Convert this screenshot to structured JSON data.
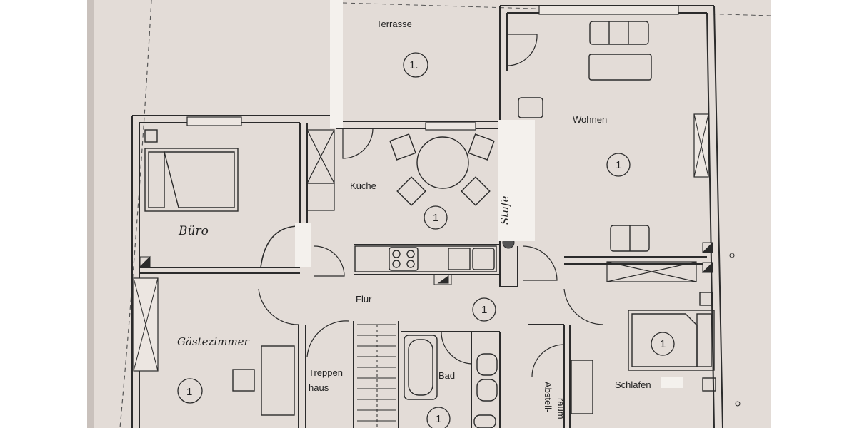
{
  "rooms": {
    "terrasse": "Terrasse",
    "kueche": "Küche",
    "wohnen": "Wohnen",
    "buero": "Büro",
    "flur": "Flur",
    "gaestezimmer": "Gästezimmer",
    "treppenhaus_line1": "Treppen",
    "treppenhaus_line2": "haus",
    "bad": "Bad",
    "abstellraum_line1": "Abstell-",
    "abstellraum_line2": "raum",
    "schlafen": "Schlafen"
  },
  "annotations": {
    "stufe": "Stufe",
    "terrasse_number": "1.",
    "circle_number": "1"
  }
}
